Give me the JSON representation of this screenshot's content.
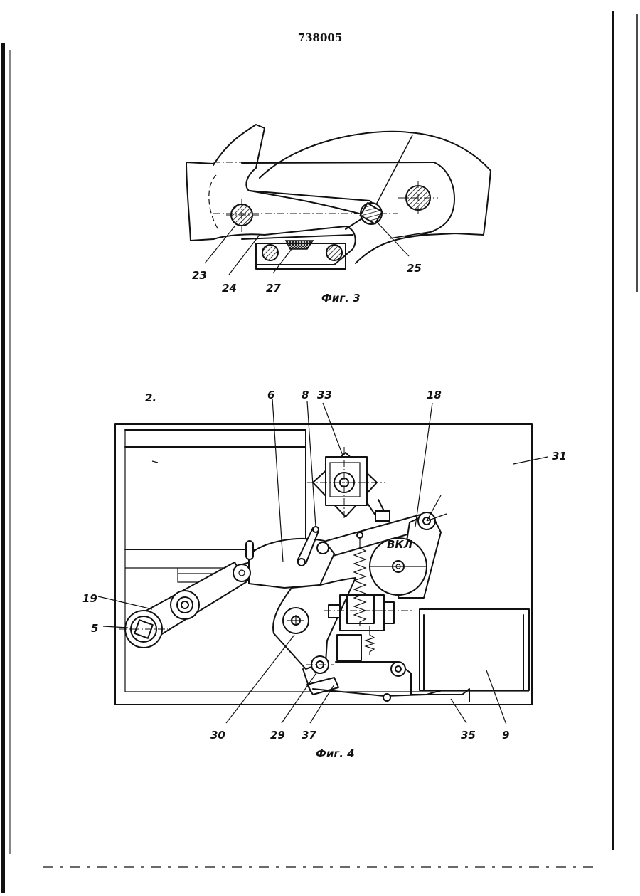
{
  "document": {
    "patent_number": "738005"
  },
  "fig3": {
    "caption": "Фиг. 3",
    "labels": {
      "l23": "23",
      "l24": "24",
      "l27": "27",
      "l25": "25"
    }
  },
  "fig4": {
    "caption": "Фиг. 4",
    "switch_text": "ВКЛ",
    "labels": {
      "l2": "2.",
      "l6": "6",
      "l8": "8",
      "l33": "33",
      "l18": "18",
      "l31": "31",
      "l19": "19",
      "l5": "5",
      "l30": "30",
      "l29": "29",
      "l37": "37",
      "l35": "35",
      "l9": "9"
    }
  }
}
